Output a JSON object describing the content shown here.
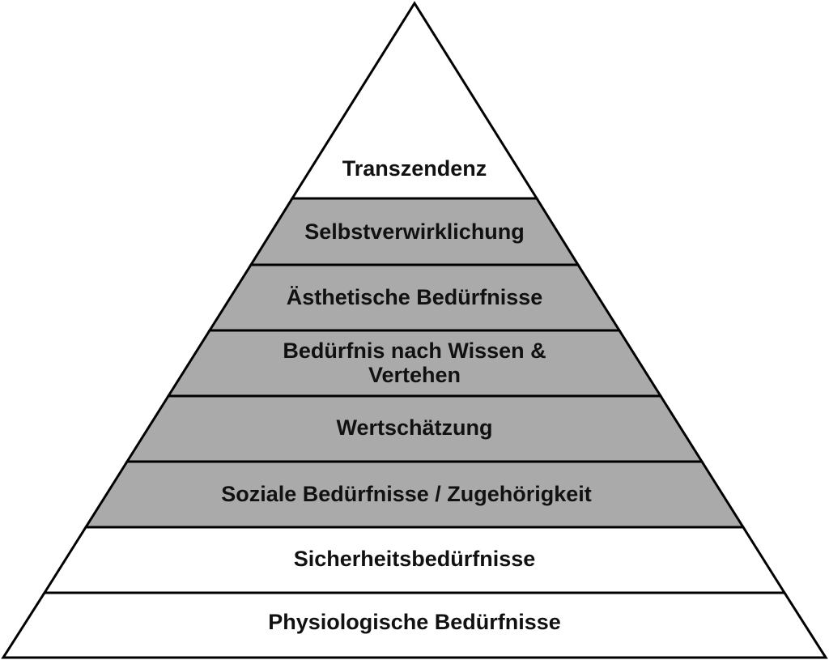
{
  "pyramid": {
    "levels": [
      {
        "label": "Transzendenz",
        "fill": "#ffffff"
      },
      {
        "label": "Selbstverwirklichung",
        "fill": "#aaaaaa"
      },
      {
        "label": "Ästhetische Bedürfnisse",
        "fill": "#aaaaaa"
      },
      {
        "label_line1": "Bedürfnis nach Wissen &",
        "label_line2": "Vertehen",
        "fill": "#aaaaaa"
      },
      {
        "label": "Wertschätzung",
        "fill": "#aaaaaa"
      },
      {
        "label": "Soziale Bedürfnisse / Zugehörigkeit",
        "fill": "#aaaaaa"
      },
      {
        "label": "Sicherheitsbedürfnisse",
        "fill": "#ffffff"
      },
      {
        "label": "Physiologische Bedürfnisse",
        "fill": "#ffffff"
      }
    ],
    "stroke_color": "#000000"
  }
}
